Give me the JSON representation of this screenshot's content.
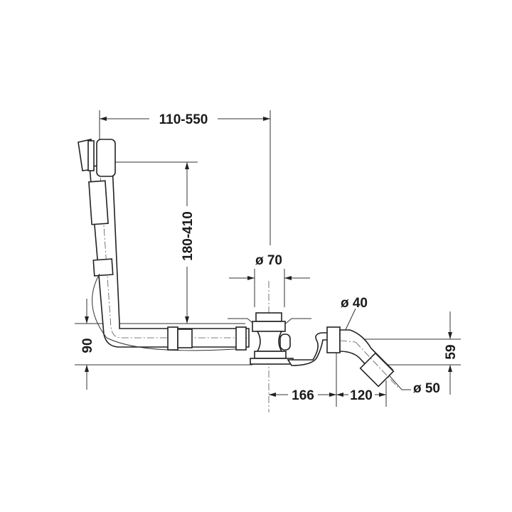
{
  "drawing": {
    "dimensions": {
      "overflow_offset": "110-550",
      "overflow_height": "180-410",
      "drain_height": "90",
      "drain_diameter": "ø 70",
      "trap_diameter": "ø 40",
      "outlet_diameter": "ø 50",
      "trap_length": "166",
      "outlet_length": "120",
      "outlet_height": "59"
    },
    "line_color": "#222222"
  }
}
